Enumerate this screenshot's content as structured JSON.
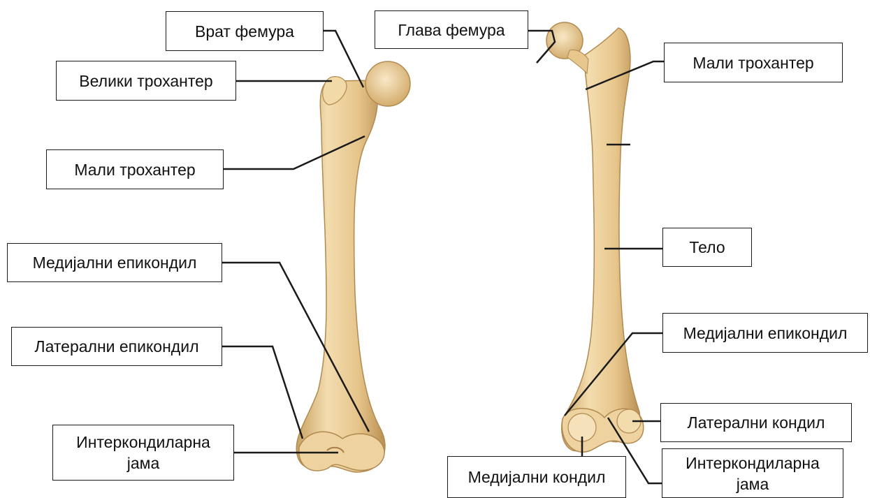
{
  "colors": {
    "bone_fill": "#e8c98f",
    "bone_shadow": "#c9a262",
    "bone_highlight": "#f6e3bd",
    "leader_line": "#1a1a1a"
  },
  "left_view": {
    "labels": {
      "neck": "Врат фемура",
      "greater_trochanter": "Велики трохантер",
      "lesser_trochanter": "Мали трохантер",
      "medial_epicondyle": "Медијални епикондил",
      "lateral_epicondyle": "Латерални епикондил",
      "intercondylar_fossa_line1": "Интеркондиларна",
      "intercondylar_fossa_line2": "јама"
    }
  },
  "right_view": {
    "labels": {
      "head": "Глава фемура",
      "lesser_trochanter": "Мали трохантер",
      "body": "Тело",
      "medial_epicondyle": "Медијални епикондил",
      "lateral_condyle": "Латерални кондил",
      "intercondylar_fossa_line1": "Интеркондиларна",
      "intercondylar_fossa_line2": "јама",
      "medial_condyle": "Медијални кондил"
    }
  }
}
